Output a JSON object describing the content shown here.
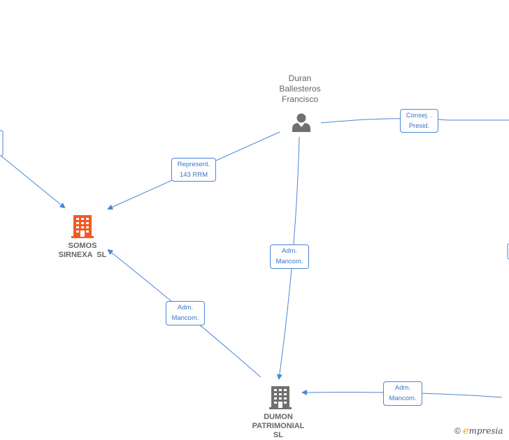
{
  "nodes": {
    "person_duran": {
      "line1": "Duran",
      "line2": "Ballesteros",
      "line3": "Francisco",
      "icon": "person-icon"
    },
    "company_somos": {
      "line1": "SOMOS",
      "line2": "SIRNEXA  SL",
      "icon": "building-icon",
      "color": "#f15a24"
    },
    "company_dumon": {
      "line1": "DUMON",
      "line2": "PATRIMONIAL",
      "line3": "SL",
      "icon": "building-icon",
      "color": "#707070"
    }
  },
  "edges": {
    "represent": {
      "line1": "Represent.",
      "line2": "143 RRM"
    },
    "consej": {
      "line1": "Consej. .",
      "line2": "Presid."
    },
    "adm_duran_dumon": {
      "line1": "Adm.",
      "line2": "Mancom."
    },
    "adm_dumon_somos": {
      "line1": "Adm.",
      "line2": "Mancom."
    },
    "adm_right_dumon": {
      "line1": "Adm.",
      "line2": "Mancom."
    }
  },
  "brand": {
    "symbol": "©",
    "initial": "e",
    "rest": "mpresia"
  },
  "colors": {
    "edge": "#4a86d8",
    "label_text": "#3a74c4"
  }
}
